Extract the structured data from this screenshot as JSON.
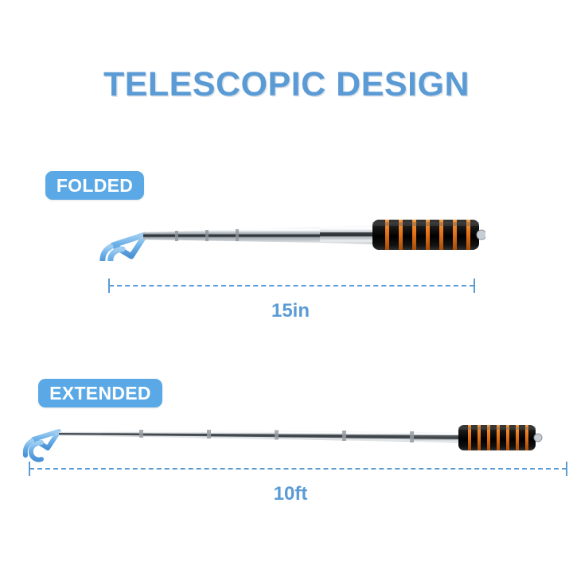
{
  "page": {
    "background_color": "#ffffff",
    "accent_color": "#5b9bd5",
    "badge_color": "#5aa9e6",
    "hook_color": "#6cb0e8",
    "handle_foam_color": "#1c1c1c",
    "handle_ring_color": "#e8751a",
    "shaft_color": "#c9ced3"
  },
  "header": {
    "title": "TELESCOPIC DESIGN"
  },
  "sections": [
    {
      "badge_label": "FOLDED",
      "dimension_label": "15in",
      "state": "folded"
    },
    {
      "badge_label": "EXTENDED",
      "dimension_label": "10ft",
      "state": "extended"
    }
  ],
  "folded": {
    "badge_label": "FOLDED",
    "dimension_label": "15in"
  },
  "extended": {
    "badge_label": "EXTENDED",
    "dimension_label": "10ft"
  },
  "icons": {
    "hook": "grabber-hook-icon",
    "pole": "telescopic-pole-icon",
    "handle": "foam-grip-handle-icon",
    "dimension": "dimension-arrow-icon"
  }
}
